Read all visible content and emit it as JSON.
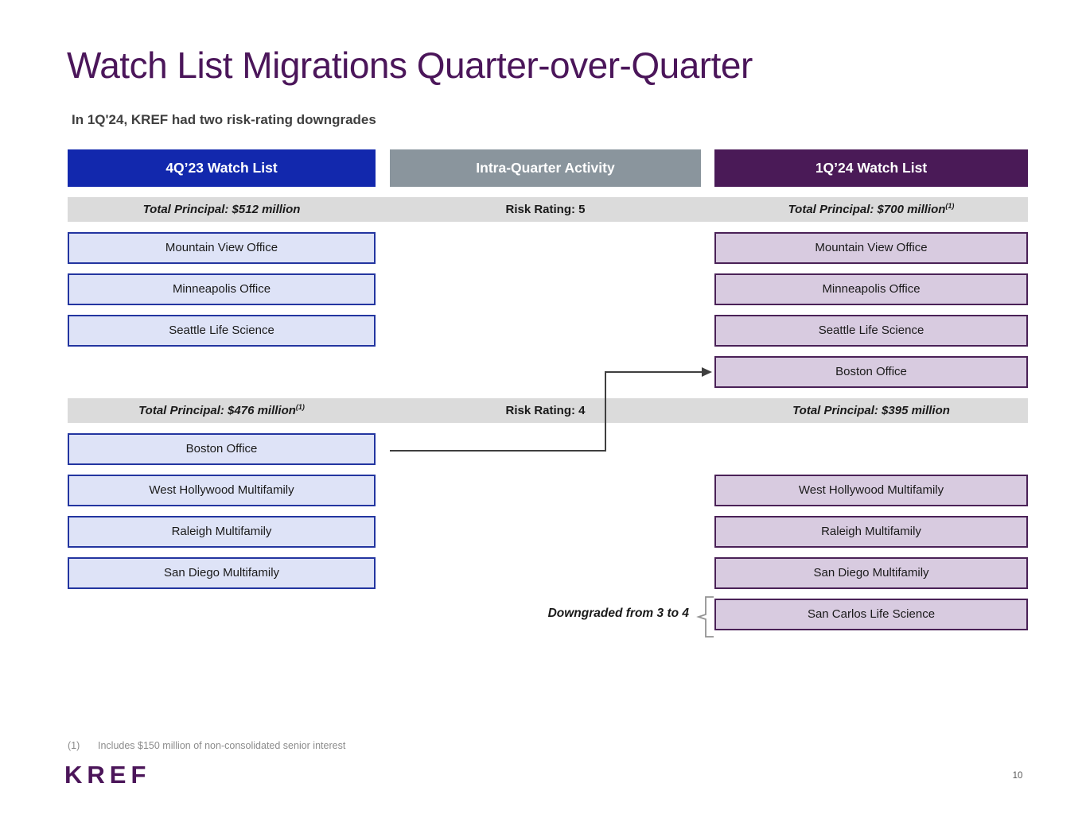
{
  "slide": {
    "title": "Watch List Migrations Quarter-over-Quarter",
    "subtitle": "In 1Q'24, KREF had two risk-rating downgrades",
    "logo": "KREF",
    "page_number": "10",
    "footnote_marker": "(1)",
    "footnote_text": "Includes $150 million of non-consolidated senior interest"
  },
  "columns": [
    {
      "header": "4Q’23 Watch List",
      "header_color": "#1228AD"
    },
    {
      "header": "Intra-Quarter Activity",
      "header_color": "#8A959D"
    },
    {
      "header": "1Q’24 Watch List",
      "header_color": "#4A1A57"
    }
  ],
  "groups": [
    {
      "risk_label": "Risk Rating: 5",
      "left_total": "Total Principal: $512 million",
      "left_total_sup": "",
      "right_total": "Total Principal: $700 million",
      "right_total_sup": "(1)",
      "left_items": [
        "Mountain View Office",
        "Minneapolis Office",
        "Seattle Life Science"
      ],
      "right_items": [
        "Mountain View Office",
        "Minneapolis Office",
        "Seattle Life Science",
        "Boston Office"
      ]
    },
    {
      "risk_label": "Risk Rating: 4",
      "left_total": "Total Principal: $476 million",
      "left_total_sup": "(1)",
      "right_total": "Total Principal: $395 million",
      "right_total_sup": "",
      "left_items": [
        "Boston Office",
        "West Hollywood Multifamily",
        "Raleigh Multifamily",
        "San Diego Multifamily"
      ],
      "right_items": [
        "West Hollywood Multifamily",
        "Raleigh Multifamily",
        "San Diego Multifamily",
        "San Carlos Life Science"
      ]
    }
  ],
  "annotations": {
    "downgrade_label": "Downgraded from 3 to 4",
    "migration_from": "Boston Office (4Q'23, Risk Rating 4)",
    "migration_to": "Boston Office (1Q'24, Risk Rating 5)"
  },
  "colors": {
    "title": "#4B165A",
    "header_blue": "#1228AD",
    "header_gray": "#8A959D",
    "header_purple": "#4A1A57",
    "band_gray": "#DBDBDB",
    "box_blue_fill": "#DEE3F7",
    "box_blue_border": "#2335A0",
    "box_purple_fill": "#D8CBE0",
    "box_purple_border": "#4A2157",
    "arrow": "#3F3F3F"
  }
}
